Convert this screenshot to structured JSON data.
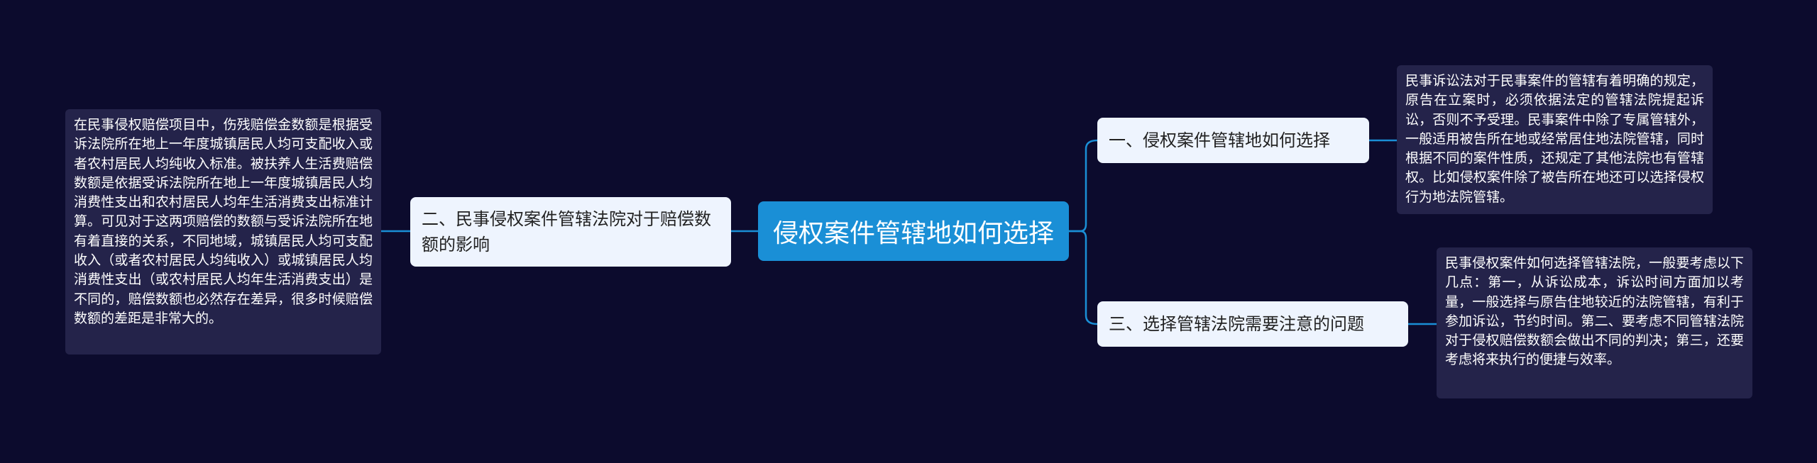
{
  "mindmap": {
    "root": {
      "label": "侵权案件管辖地如何选择"
    },
    "branches": [
      {
        "label": "一、侵权案件管辖地如何选择",
        "detail": "民事诉讼法对于民事案件的管辖有着明确的规定，原告在立案时，必须依据法定的管辖法院提起诉讼，否则不予受理。民事案件中除了专属管辖外，一般适用被告所在地或经常居住地法院管辖，同时根据不同的案件性质，还规定了其他法院也有管辖权。比如侵权案件除了被告所在地还可以选择侵权行为地法院管辖。"
      },
      {
        "label": "二、民事侵权案件管辖法院对于赔偿数额的影响",
        "detail": "在民事侵权赔偿项目中，伤残赔偿金数额是根据受诉法院所在地上一年度城镇居民人均可支配收入或者农村居民人均纯收入标准。被扶养人生活费赔偿数额是依据受诉法院所在地上一年度城镇居民人均消费性支出和农村居民人均年生活消费支出标准计算。可见对于这两项赔偿的数额与受诉法院所在地有着直接的关系，不同地域，城镇居民人均可支配收入（或者农村居民人均纯收入）或城镇居民人均消费性支出（或农村居民人均年生活消费支出）是不同的，赔偿数额也必然存在差异，很多时候赔偿数额的差距是非常大的。"
      },
      {
        "label": "三、选择管辖法院需要注意的问题",
        "detail": "民事侵权案件如何选择管辖法院，一般要考虑以下几点：第一，从诉讼成本，诉讼时间方面加以考量，一般选择与原告住地较近的法院管辖，有利于参加诉讼，节约时间。第二、要考虑不同管辖法院对于侵权赔偿数额会做出不同的判决；第三，还要考虑将来执行的便捷与效率。"
      }
    ],
    "colors": {
      "background": "#0c0b2d",
      "root_fill": "#1a8fd6",
      "branch_fill": "#eef4fe",
      "leaf_fill": "#24234a",
      "connector": "#1a8fd6"
    }
  }
}
